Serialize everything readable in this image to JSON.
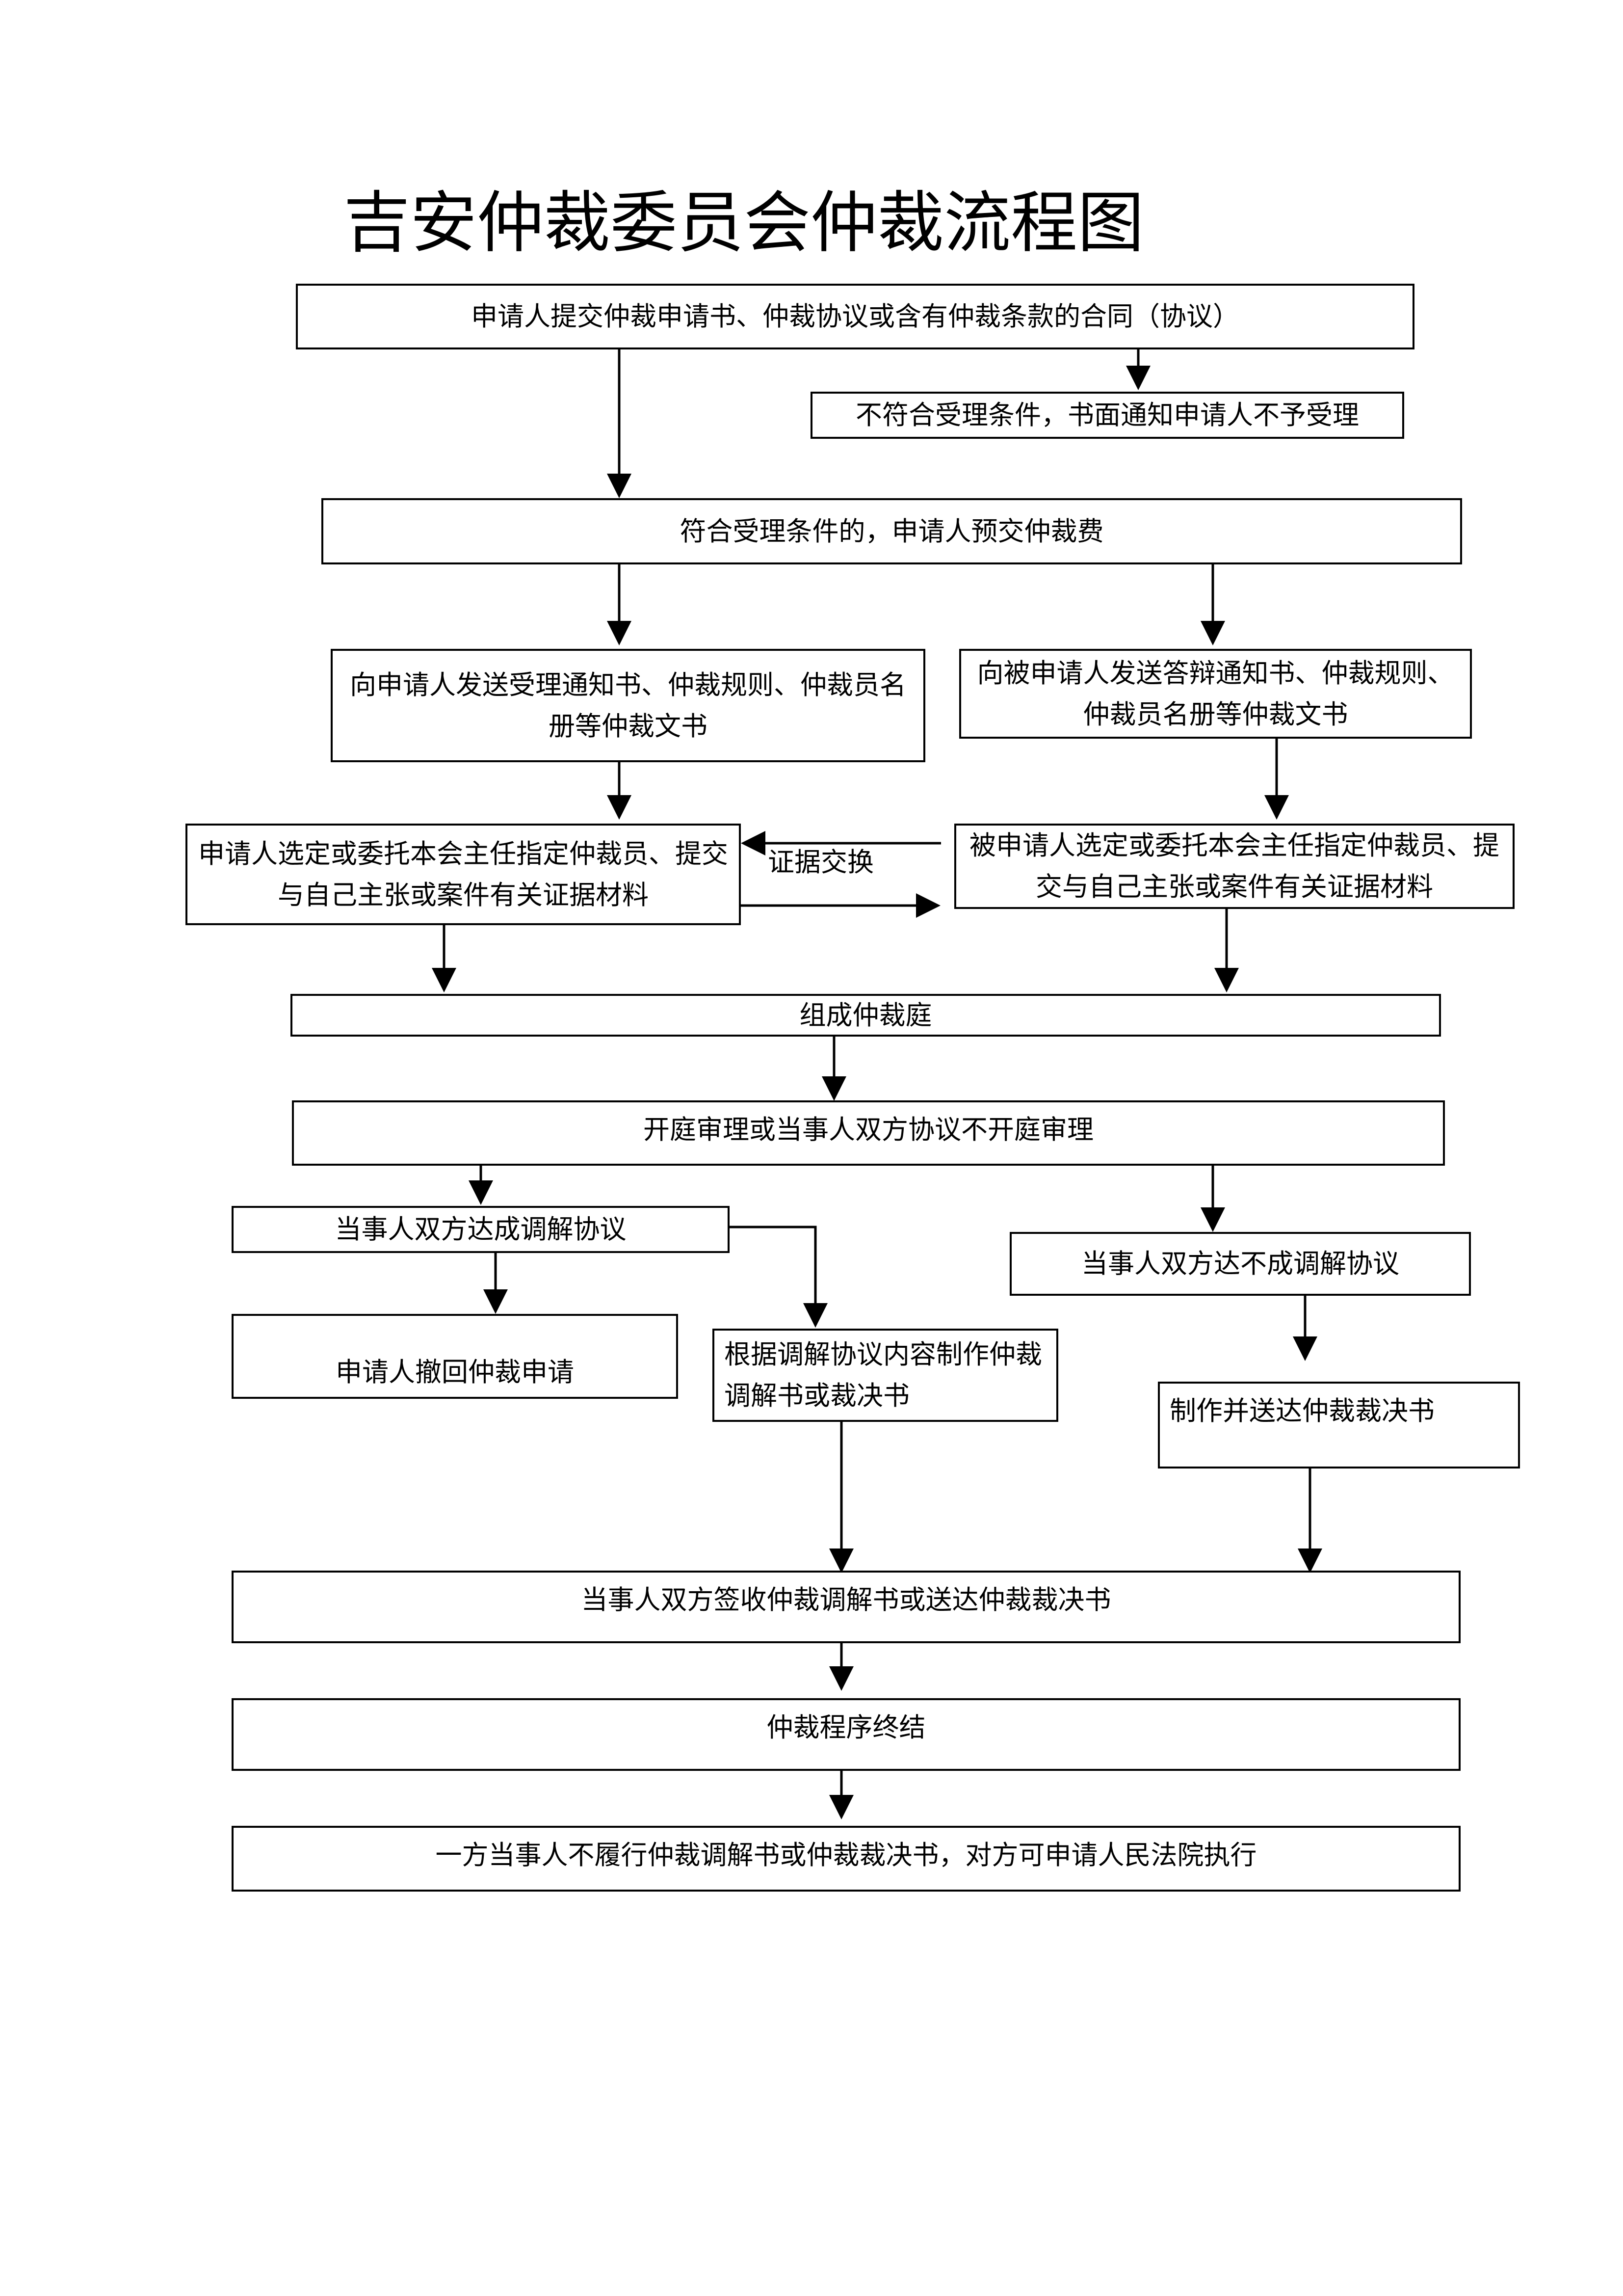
{
  "title": "吉安仲裁委员会仲裁流程图",
  "steps": {
    "submit": "申请人提交仲裁申请书、仲裁协议或含有仲裁条款的合同（协议）",
    "reject": "不符合受理条件，书面通知申请人不予受理",
    "accept": "符合受理条件的，申请人预交仲裁费",
    "notify_applicant": "向申请人发送受理通知书、仲裁规则、仲裁员名册等仲裁文书",
    "notify_respondent": "向被申请人发送答辩通知书、仲裁规则、仲裁员名册等仲裁文书",
    "applicant_select": "申请人选定或委托本会主任指定仲裁员、提交与自己主张或案件有关证据材料",
    "evidence_exchange": "证据交换",
    "respondent_select": "被申请人选定或委托本会主任指定仲裁员、提交与自己主张或案件有关证据材料",
    "form_tribunal": "组成仲裁庭",
    "hearing": "开庭审理或当事人双方协议不开庭审理",
    "mediation_reached": "当事人双方达成调解协议",
    "mediation_failed": "当事人双方达不成调解协议",
    "withdraw": "申请人撤回仲裁申请",
    "make_mediation": "根据调解协议内容制作仲裁调解书或裁决书",
    "make_award": "制作并送达仲裁裁决书",
    "sign_receipt": "当事人双方签收仲裁调解书或送达仲裁裁决书",
    "terminate": "仲裁程序终结",
    "enforce": "一方当事人不履行仲裁调解书或仲裁裁决书，对方可申请人民法院执行"
  }
}
